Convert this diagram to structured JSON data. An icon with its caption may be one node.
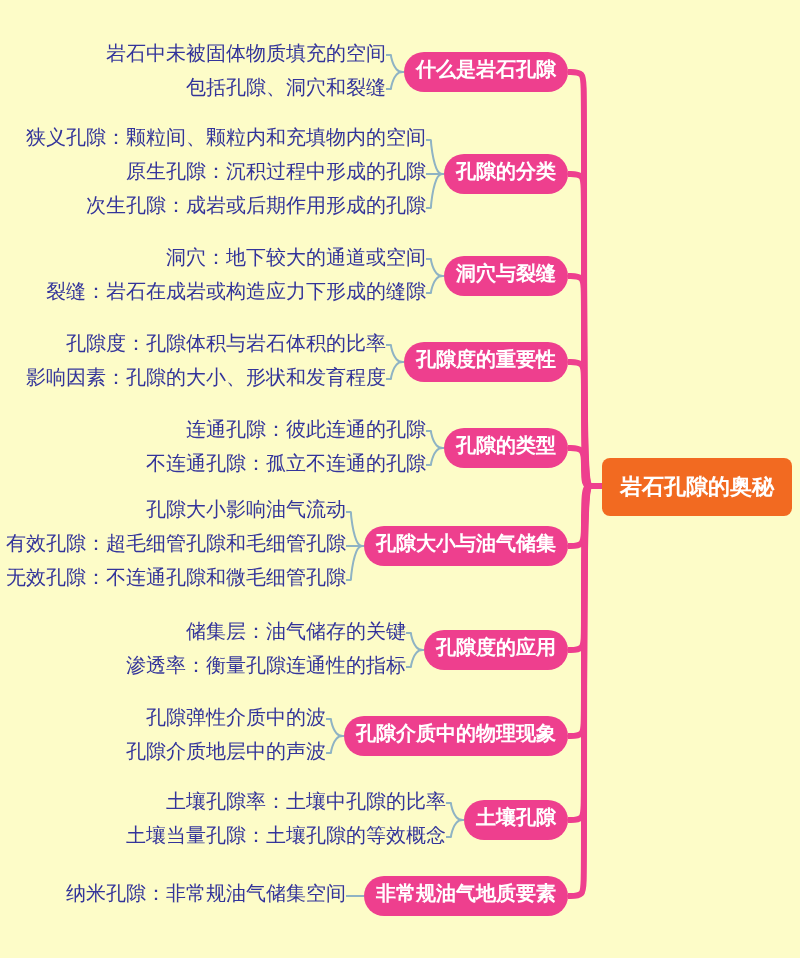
{
  "diagram": {
    "nodes": [
      {
        "text": [
          "岩石孔隙的奥秘"
        ]
      },
      {
        "text": [
          "什么是岩石孔隙"
        ]
      },
      {
        "text": [
          "岩石中未被固体物质填充的空间"
        ]
      },
      {
        "text": [
          "包括孔隙、洞穴和裂缝"
        ]
      },
      {
        "text": [
          "孔隙的分类"
        ]
      },
      {
        "text": [
          "狭义孔隙：颗粒间、颗粒内和充填物内的空间"
        ]
      },
      {
        "text": [
          "原生孔隙：沉积过程中形成的孔隙"
        ]
      },
      {
        "text": [
          "次生孔隙：成岩或后期作用形成的孔隙"
        ]
      },
      {
        "text": [
          "洞穴与裂缝"
        ]
      },
      {
        "text": [
          "洞穴：地下较大的通道或空间"
        ]
      },
      {
        "text": [
          "裂缝：岩石在成岩或构造应力下形成的缝隙"
        ]
      },
      {
        "text": [
          "孔隙度的重要性"
        ]
      },
      {
        "text": [
          "孔隙度：孔隙体积与岩石体积的比率"
        ]
      },
      {
        "text": [
          "影响因素：孔隙的大小、形状和发育程度"
        ]
      },
      {
        "text": [
          "孔隙的类型"
        ]
      },
      {
        "text": [
          "连通孔隙：彼此连通的孔隙"
        ]
      },
      {
        "text": [
          "不连通孔隙：孤立不连通的孔隙"
        ]
      },
      {
        "text": [
          "孔隙大小与油气储集"
        ]
      },
      {
        "text": [
          "孔隙大小影响油气流动"
        ]
      },
      {
        "text": [
          "有效孔隙：超毛细管孔隙和毛细管孔隙"
        ]
      },
      {
        "text": [
          "无效孔隙：不连通孔隙和微毛细管孔隙"
        ]
      },
      {
        "text": [
          "孔隙度的应用"
        ]
      },
      {
        "text": [
          "储集层：油气储存的关键"
        ]
      },
      {
        "text": [
          "渗透率：衡量孔隙连通性的指标"
        ]
      },
      {
        "text": [
          "孔隙介质中的物理现象"
        ]
      },
      {
        "text": [
          "孔隙弹性介质中的波"
        ]
      },
      {
        "text": [
          "孔隙介质地层中的声波"
        ]
      },
      {
        "text": [
          "土壤孔隙"
        ]
      },
      {
        "text": [
          "土壤孔隙率：土壤中孔隙的比率"
        ]
      },
      {
        "text": [
          "土壤当量孔隙：土壤孔隙的等效概念"
        ]
      },
      {
        "text": [
          "非常规油气地质要素"
        ]
      },
      {
        "text": [
          "纳米孔隙：非常规油气储集空间"
        ]
      }
    ],
    "edges": [
      {
        "from": 0,
        "to": 1,
        "arrow": "none",
        "style": "thick",
        "color": "#ee3f8e"
      },
      {
        "from": 1,
        "to": 2,
        "arrow": "none"
      },
      {
        "from": 1,
        "to": 3,
        "arrow": "none"
      },
      {
        "from": 0,
        "to": 4,
        "arrow": "none",
        "style": "thick",
        "color": "#ee3f8e"
      },
      {
        "from": 4,
        "to": 5,
        "arrow": "none"
      },
      {
        "from": 4,
        "to": 6,
        "arrow": "none"
      },
      {
        "from": 4,
        "to": 7,
        "arrow": "none"
      },
      {
        "from": 0,
        "to": 8,
        "arrow": "none",
        "style": "thick",
        "color": "#ee3f8e"
      },
      {
        "from": 8,
        "to": 9,
        "arrow": "none"
      },
      {
        "from": 8,
        "to": 10,
        "arrow": "none"
      },
      {
        "from": 0,
        "to": 11,
        "arrow": "none",
        "style": "thick",
        "color": "#ee3f8e"
      },
      {
        "from": 11,
        "to": 12,
        "arrow": "none"
      },
      {
        "from": 11,
        "to": 13,
        "arrow": "none"
      },
      {
        "from": 0,
        "to": 14,
        "arrow": "none",
        "style": "thick",
        "color": "#ee3f8e"
      },
      {
        "from": 14,
        "to": 15,
        "arrow": "none"
      },
      {
        "from": 14,
        "to": 16,
        "arrow": "none"
      },
      {
        "from": 0,
        "to": 17,
        "arrow": "none",
        "style": "thick",
        "color": "#ee3f8e"
      },
      {
        "from": 17,
        "to": 18,
        "arrow": "none"
      },
      {
        "from": 17,
        "to": 19,
        "arrow": "none"
      },
      {
        "from": 17,
        "to": 20,
        "arrow": "none"
      },
      {
        "from": 0,
        "to": 21,
        "arrow": "none",
        "style": "thick",
        "color": "#ee3f8e"
      },
      {
        "from": 21,
        "to": 22,
        "arrow": "none"
      },
      {
        "from": 21,
        "to": 23,
        "arrow": "none"
      },
      {
        "from": 0,
        "to": 24,
        "arrow": "none",
        "style": "thick",
        "color": "#ee3f8e"
      },
      {
        "from": 24,
        "to": 25,
        "arrow": "none"
      },
      {
        "from": 24,
        "to": 26,
        "arrow": "none"
      },
      {
        "from": 0,
        "to": 27,
        "arrow": "none",
        "style": "thick",
        "color": "#ee3f8e"
      },
      {
        "from": 27,
        "to": 28,
        "arrow": "none"
      },
      {
        "from": 27,
        "to": 29,
        "arrow": "none"
      },
      {
        "from": 0,
        "to": 30,
        "arrow": "none",
        "style": "thick",
        "color": "#ee3f8e"
      },
      {
        "from": 30,
        "to": 31,
        "arrow": "none"
      }
    ]
  }
}
